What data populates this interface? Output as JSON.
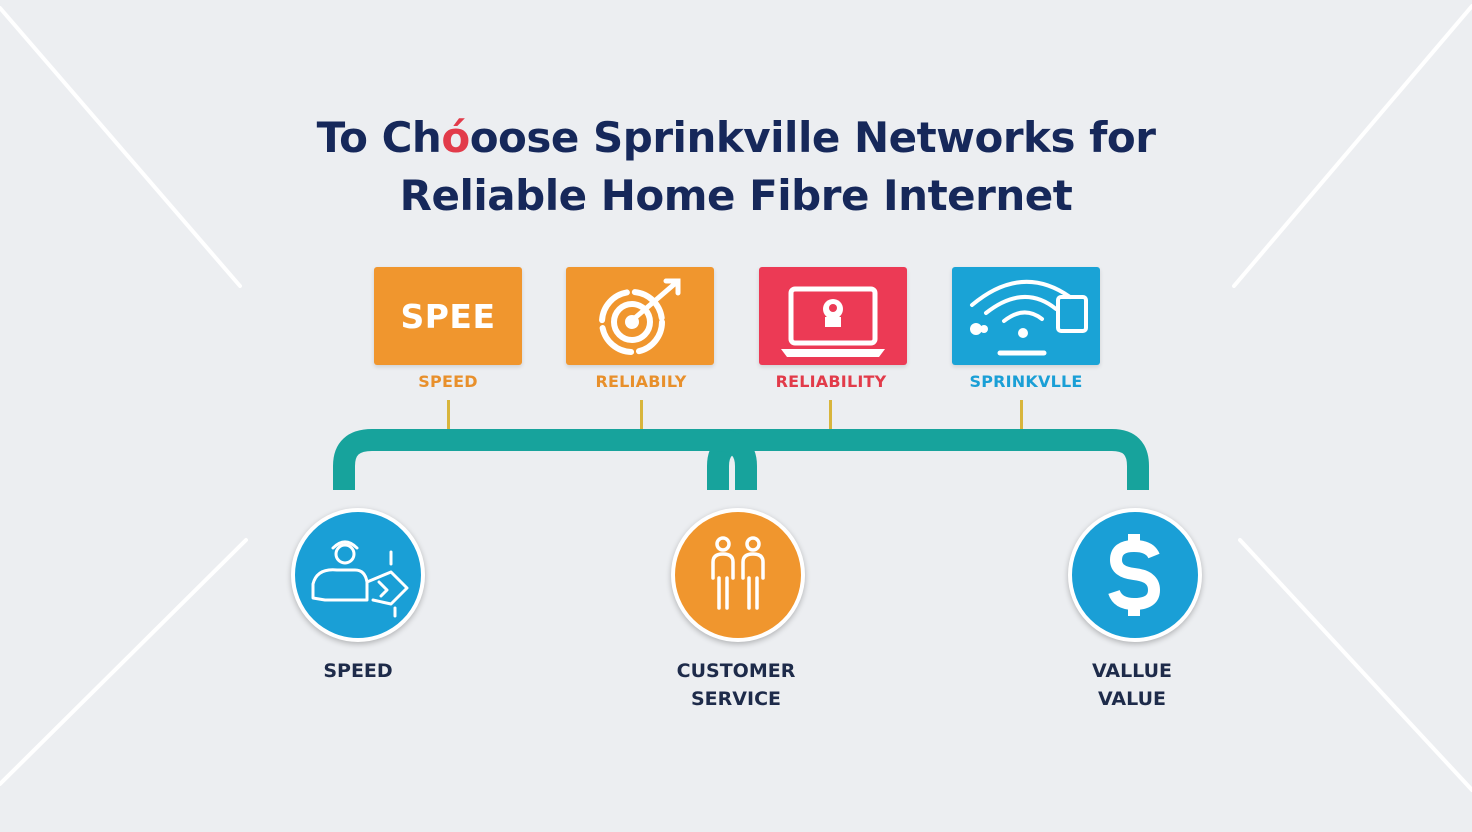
{
  "title": {
    "line1_start": "To Ch",
    "line1_mark": "ó",
    "line1_end": "oose Sprinkville Networks for",
    "line2": "Reliable Home Fibre Internet"
  },
  "tiles": [
    {
      "text": "SPEE",
      "label": "SPEED",
      "color": "#f0962e",
      "label_color": "#e8902c"
    },
    {
      "text": "",
      "label": "RELIABILY",
      "color": "#f0962e",
      "label_color": "#e8902c",
      "icon": "target-icon"
    },
    {
      "text": "",
      "label": "RELIABILITY",
      "color": "#ec3a55",
      "label_color": "#e23b4a",
      "icon": "laptop-icon"
    },
    {
      "text": "",
      "label": "SPRINKVLLE",
      "color": "#1aa3d6",
      "label_color": "#1a9fd6",
      "icon": "wifi-devices-icon"
    }
  ],
  "connector_color": "#17a39c",
  "features": [
    {
      "label_line1": "SPEED",
      "label_line2": "",
      "color": "#1a9fd6",
      "icon": "person-map-icon"
    },
    {
      "label_line1": "CUSTOMER",
      "label_line2": "SERVICE",
      "color": "#f0962e",
      "icon": "people-icon"
    },
    {
      "label_line1": "VALLUE",
      "label_line2": "VALUE",
      "color": "#1a9fd6",
      "icon": "dollar-icon"
    }
  ]
}
